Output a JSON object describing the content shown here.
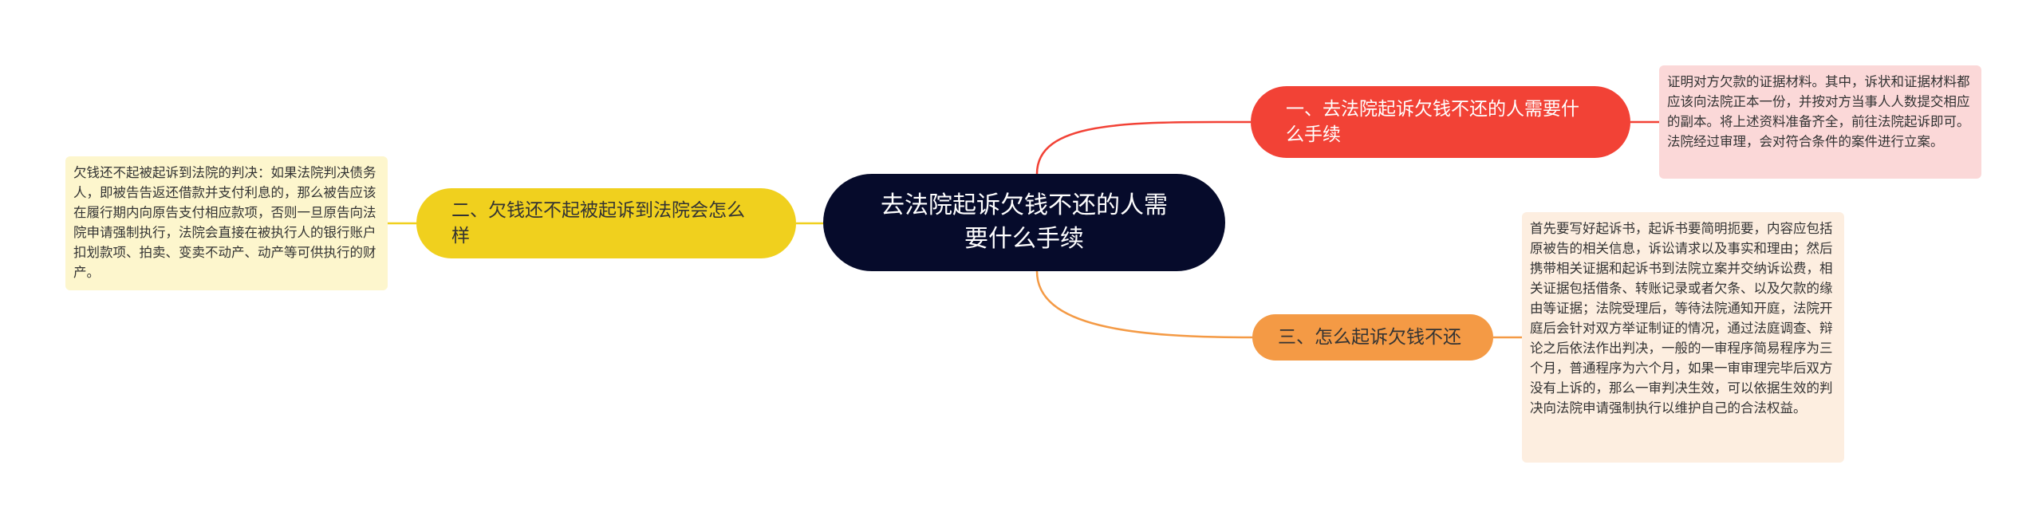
{
  "root": {
    "label": "去法院起诉欠钱不还的人需要什么手续"
  },
  "branches": [
    {
      "id": "b1",
      "label": "一、去法院起诉欠钱不还的人需要什么手续",
      "detail": "证明对方欠款的证据材料。其中，诉状和证据材料都应该向法院正本一份，并按对方当事人人数提交相应的副本。将上述资料准备齐全，前往法院起诉即可。法院经过审理，会对符合条件的案件进行立案。",
      "color": "#f24236"
    },
    {
      "id": "b2",
      "label": "二、欠钱还不起被起诉到法院会怎么样",
      "detail": "欠钱还不起被起诉到法院的判决：如果法院判决债务人，即被告告返还借款并支付利息的，那么被告应该在履行期内向原告支付相应款项，否则一旦原告向法院申请强制执行，法院会直接在被执行人的银行账户扣划款项、拍卖、变卖不动产、动产等可供执行的财产。",
      "color": "#f0d01e"
    },
    {
      "id": "b3",
      "label": "三、怎么起诉欠钱不还",
      "detail": "首先要写好起诉书，起诉书要简明扼要，内容应包括原被告的相关信息，诉讼请求以及事实和理由；然后携带相关证据和起诉书到法院立案并交纳诉讼费，相关证据包括借条、转账记录或者欠条、以及欠款的缘由等证据；法院受理后，等待法院通知开庭，法院开庭后会针对双方举证制证的情况，通过法庭调查、辩论之后依法作出判决，一般的一审程序简易程序为三个月，普通程序为六个月，如果一审审理完毕后双方没有上诉的，那么一审判决生效，可以依据生效的判决向法院申请强制执行以维护自己的合法权益。",
      "color": "#f49a45"
    }
  ]
}
